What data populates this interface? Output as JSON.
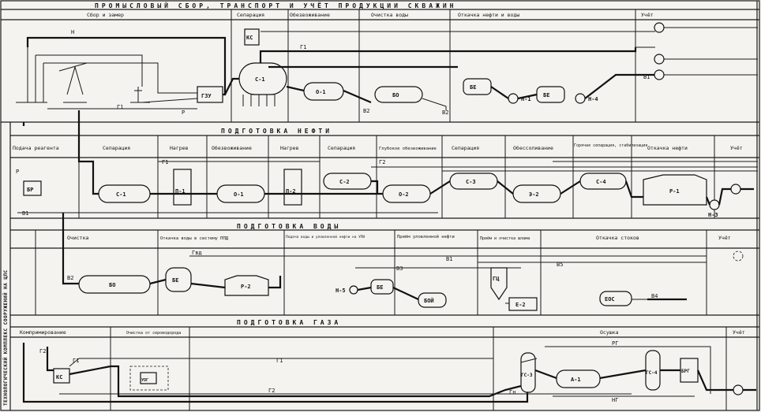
{
  "side_label": "ТЕХНОЛОГИЧЕСКИЙ КОМПЛЕКС СООРУЖЕНИЙ НА ЦПС",
  "sections": {
    "field": {
      "title": "ПРОМЫСЛОВЫЙ СБОР, ТРАНСПОРТ И УЧЁТ ПРОДУКЦИИ СКВАЖИН",
      "columns": [
        "Сбор и замер",
        "Сепарация",
        "Обезвоживание",
        "Очистка воды",
        "Откачка нефти и воды",
        "Учёт"
      ]
    },
    "oil": {
      "title": "ПОДГОТОВКА НЕФТИ",
      "columns": [
        "Подача реагента",
        "Сепарация",
        "Нагрев",
        "Обезвоживание",
        "Нагрев",
        "Сепарация",
        "Глубокое обезвоживание",
        "Сепарация",
        "Обессоливание",
        "Горячая сепарация, стабилизация",
        "Откачка нефти",
        "Учёт"
      ]
    },
    "water": {
      "title": "ПОДГОТОВКА ВОДЫ",
      "columns": [
        "Очистка",
        "Откачка воды в систему ППД",
        "Подача воды и уловленной нефти на УПН",
        "Приём уловленной нефти",
        "Приём и очистка шлама",
        "Откачка стоков",
        "Учёт"
      ]
    },
    "gas": {
      "title": "ПОДГОТОВКА ГАЗА",
      "columns": [
        "Компримирование",
        "Очистка от сероводорода",
        "Осушка",
        "Учёт"
      ]
    }
  },
  "equipment": {
    "field": [
      "ГЗУ",
      "КС",
      "С-1",
      "О-1",
      "БО",
      "БЕ",
      "Н-1",
      "БЕ",
      "Н-4"
    ],
    "oil": [
      "БР",
      "С-1",
      "П-1",
      "О-1",
      "П-2",
      "С-2",
      "О-2",
      "С-3",
      "Э-2",
      "С-4",
      "Р-1",
      "Н-3"
    ],
    "water": [
      "БО",
      "БЕ",
      "Р-2",
      "Н-5",
      "БЕ",
      "БОЙ",
      "ГЦ",
      "Е-2",
      "ЕОС"
    ],
    "gas": [
      "КС",
      "УОГ",
      "ГС-3",
      "А-1",
      "ГС-4",
      "БРГ"
    ]
  },
  "streams": {
    "oil": "Н",
    "gas1": "Г1",
    "gas2": "Г2",
    "water1": "В1",
    "water2": "В2",
    "water3": "В3",
    "water4": "В4",
    "water5": "В5",
    "reagent": "Р",
    "gas_hp": "Гвд",
    "gas_lp": "Гн",
    "dry_gas": "РГ",
    "wet_gas": "НГ"
  }
}
